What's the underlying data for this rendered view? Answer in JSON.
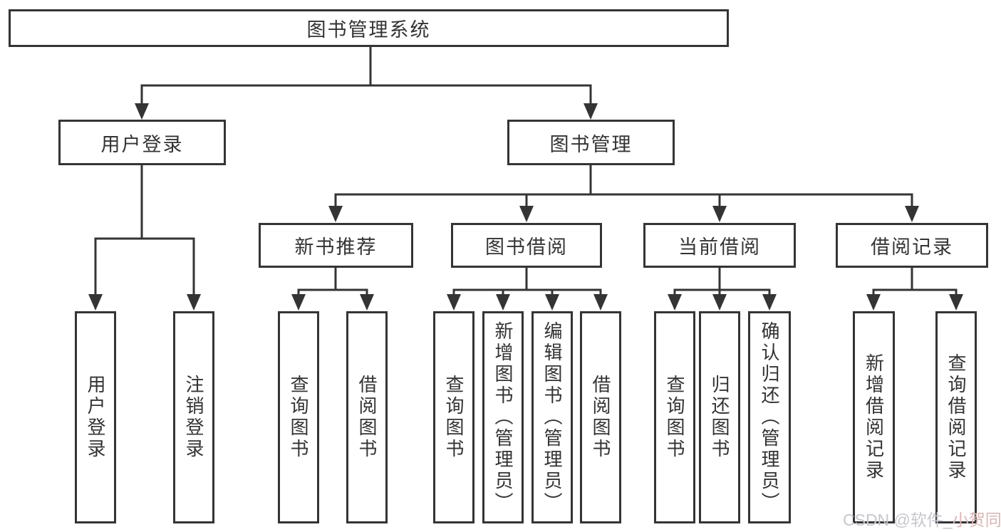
{
  "colors": {
    "line-color": "#343434",
    "text-color": "#333333",
    "bg": "#ffffff",
    "watermark-gray": "#c7c6cf",
    "watermark-pink": "#d9b6b5"
  },
  "tree": {
    "root_label": "图书管理系统",
    "login_branch": {
      "label": "用户登录",
      "leaves": [
        "用户登录",
        "注销登录"
      ]
    },
    "mgmt_branch": {
      "label": "图书管理",
      "sections": [
        {
          "label": "新书推荐",
          "leaves": [
            "查询图书",
            "借阅图书"
          ]
        },
        {
          "label": "图书借阅",
          "leaves": [
            "查询图书",
            "新增图书（管理员）",
            "编辑图书（管理员）",
            "借阅图书"
          ]
        },
        {
          "label": "当前借阅",
          "leaves": [
            "查询图书",
            "归还图书",
            "确认归还（管理员）"
          ]
        },
        {
          "label": "借阅记录",
          "leaves": [
            "新增借阅记录",
            "查询借阅记录"
          ]
        }
      ]
    }
  },
  "watermark": {
    "part1": "CSDN @软件_",
    "part2": "小贺同学"
  }
}
